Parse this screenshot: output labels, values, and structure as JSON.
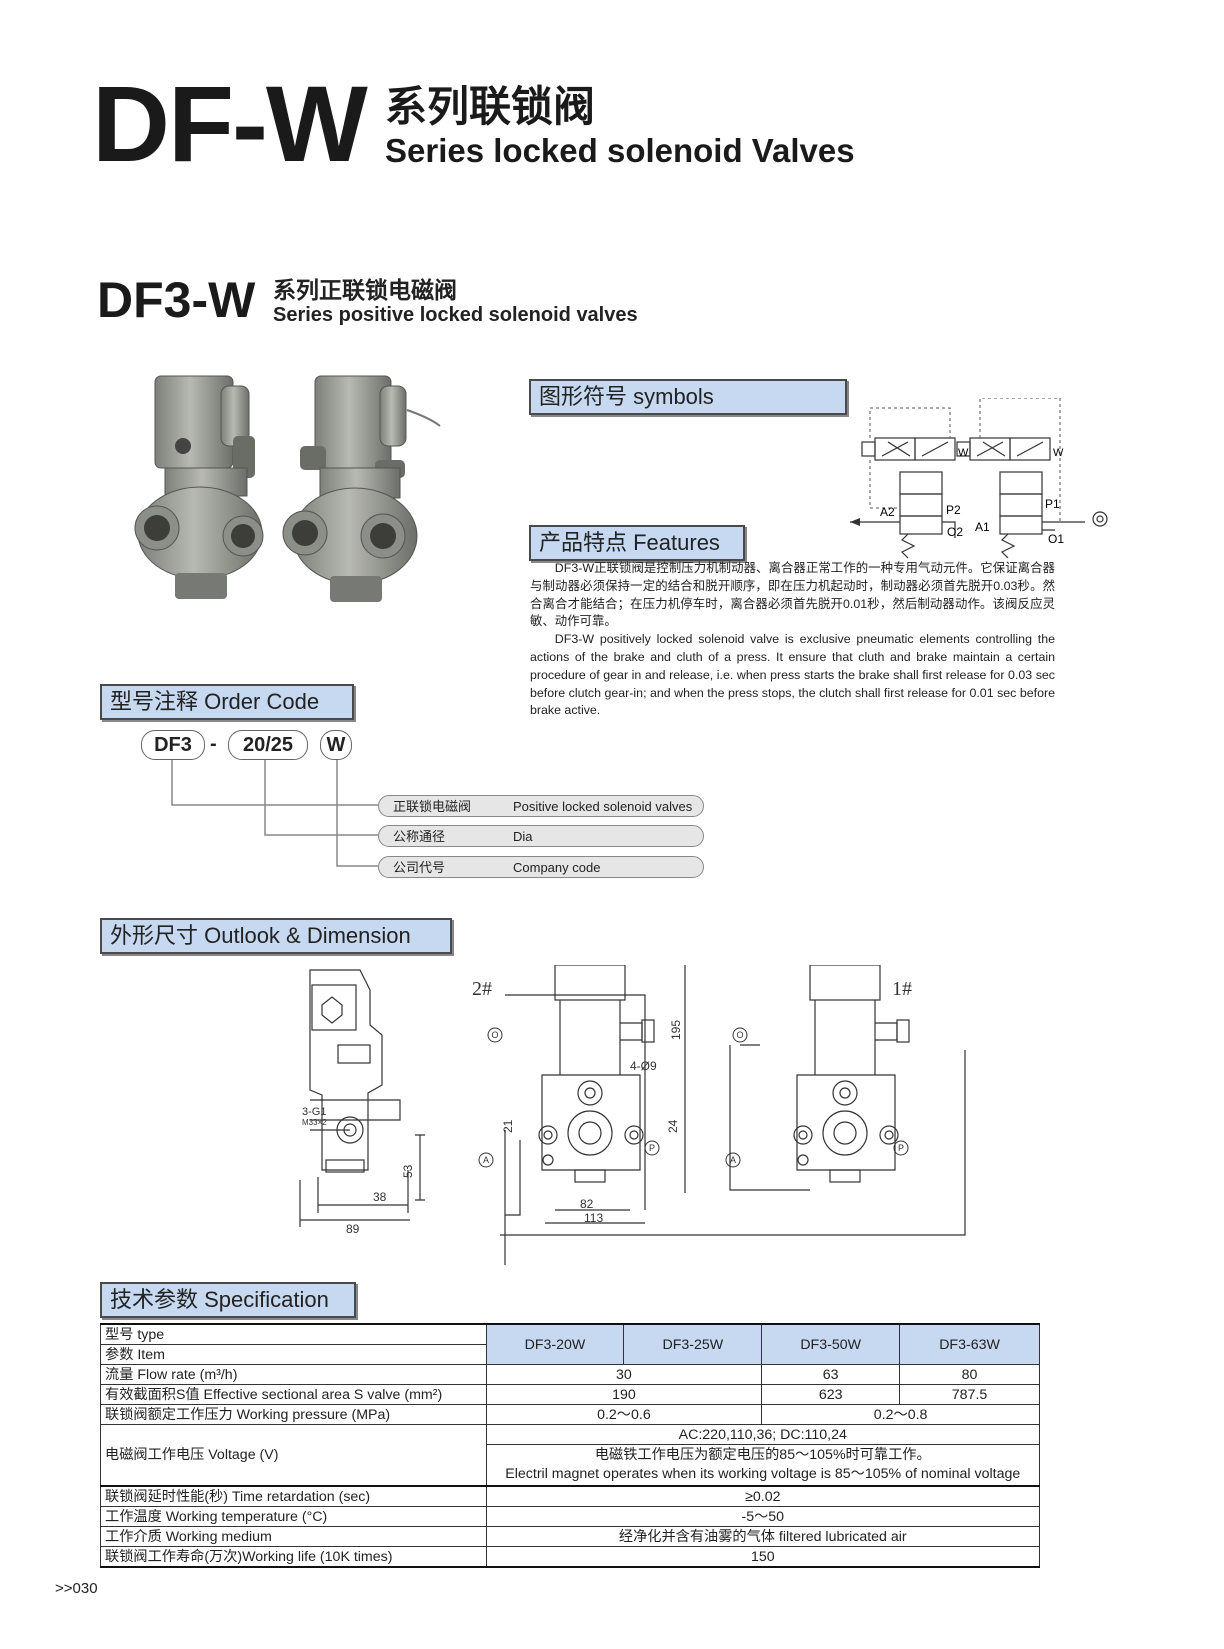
{
  "header": {
    "model": "DF-W",
    "title_cn": "系列联锁阀",
    "title_en": "Series locked solenoid Valves"
  },
  "subheader": {
    "model": "DF3-W",
    "title_cn": "系列正联锁电磁阀",
    "title_en": "Series positive locked solenoid valves"
  },
  "sections": {
    "symbols": "图形符号 symbols",
    "features": "产品特点 Features",
    "order_code": "型号注释 Order Code",
    "dimension": "外形尺寸 Outlook & Dimension",
    "spec": "技术参数 Specification"
  },
  "features": {
    "cn": "DF3-W正联锁阀是控制压力机制动器、离合器正常工作的一种专用气动元件。它保证离合器与制动器必须保持一定的结合和脱开顺序，即在压力机起动时，制动器必须首先脱开0.03秒。然合离合才能结合；在压力机停车时，离合器必须首先脱开0.01秒，然后制动器动作。该阀反应灵敏、动作可靠。",
    "en": "DF3-W positively locked solenoid valve is exclusive pneumatic elements controlling the actions of the brake and cluth of a press. It ensure that cluth and brake maintain a certain procedure of gear in and release, i.e. when press starts the brake shall first release for 0.03 sec before clutch gear-in; and when the press stops, the clutch shall first release for 0.01 sec before brake active."
  },
  "symbol_labels": {
    "a2": "A2",
    "p2": "P2",
    "o2": "O2",
    "a1": "A1",
    "p1": "P1",
    "o1": "O1",
    "w": "W"
  },
  "order_code": {
    "parts": [
      "DF3",
      "20/25",
      "W"
    ],
    "separator": "-",
    "rows": [
      {
        "cn": "正联锁电磁阀",
        "en": "Positive locked solenoid valves"
      },
      {
        "cn": "公称通径",
        "en": "Dia"
      },
      {
        "cn": "公司代号",
        "en": "Company code"
      }
    ]
  },
  "dimension_labels": {
    "g1": "3-G1",
    "m33": "M33×2",
    "d53": "53",
    "d38": "38",
    "d89": "89",
    "mark2": "2#",
    "mark1": "1#",
    "d195": "195",
    "hole": "4-Ø9",
    "d21": "21",
    "d24": "24",
    "d82": "82",
    "d113": "113",
    "port_o": "O",
    "port_a": "A",
    "port_p": "P"
  },
  "spec": {
    "type_label": "型号 type",
    "item_label": "参数 Item",
    "models": [
      "DF3-20W",
      "DF3-25W",
      "DF3-50W",
      "DF3-63W"
    ],
    "flow_label": "流量 Flow rate (m³/h)",
    "flow": [
      "30",
      "63",
      "80"
    ],
    "area_label": "有效截面积S值 Effective sectional area S valve (mm²)",
    "area": [
      "190",
      "623",
      "787.5"
    ],
    "pressure_label": "联锁阀额定工作压力 Working pressure (MPa)",
    "pressure": [
      "0.2～0.6",
      "0.2～0.8"
    ],
    "voltage_label": "电磁阀工作电压 Voltage (V)",
    "voltage_values": "AC:220,110,36; DC:110,24",
    "voltage_note_cn": "电磁铁工作电压为额定电压的85～105%时可靠工作。",
    "voltage_note_en": "Electril magnet operates when its working voltage is 85～105% of nominal voltage",
    "time_label": "联锁阀延时性能(秒) Time retardation (sec)",
    "time": "≥0.02",
    "temp_label": "工作温度 Working temperature (°C)",
    "temp": "-5～50",
    "medium_label": "工作介质 Working medium",
    "medium": "经净化并含有油雾的气体 filtered lubricated air",
    "life_label": "联锁阀工作寿命(万次)Working life (10K times)",
    "life": "150"
  },
  "page_number": ">>030"
}
